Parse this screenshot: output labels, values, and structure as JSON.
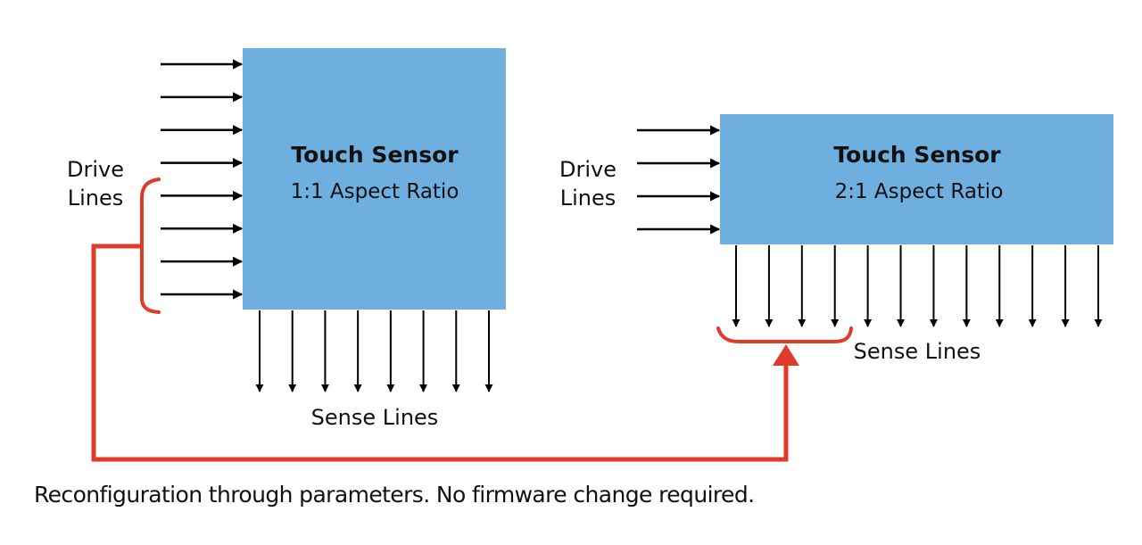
{
  "colors": {
    "sensor_fill": "#6fafe0",
    "line": "#000000",
    "highlight": "#e03a2a"
  },
  "sensors": [
    {
      "title": "Touch Sensor",
      "subtitle": "1:1 Aspect Ratio",
      "drive_label": [
        "Drive",
        "Lines"
      ],
      "sense_label": "Sense Lines",
      "drive_line_count": 8,
      "sense_line_count": 8
    },
    {
      "title": "Touch Sensor",
      "subtitle": "2:1 Aspect Ratio",
      "drive_label": [
        "Drive",
        "Lines"
      ],
      "sense_label": "Sense Lines",
      "drive_line_count": 4,
      "sense_line_count": 12
    }
  ],
  "mapping": {
    "source": "lower 4 drive lines of 1:1 sensor",
    "target": "first 4 sense lines of 2:1 sensor"
  },
  "caption": "Reconfiguration through parameters. No firmware change required."
}
